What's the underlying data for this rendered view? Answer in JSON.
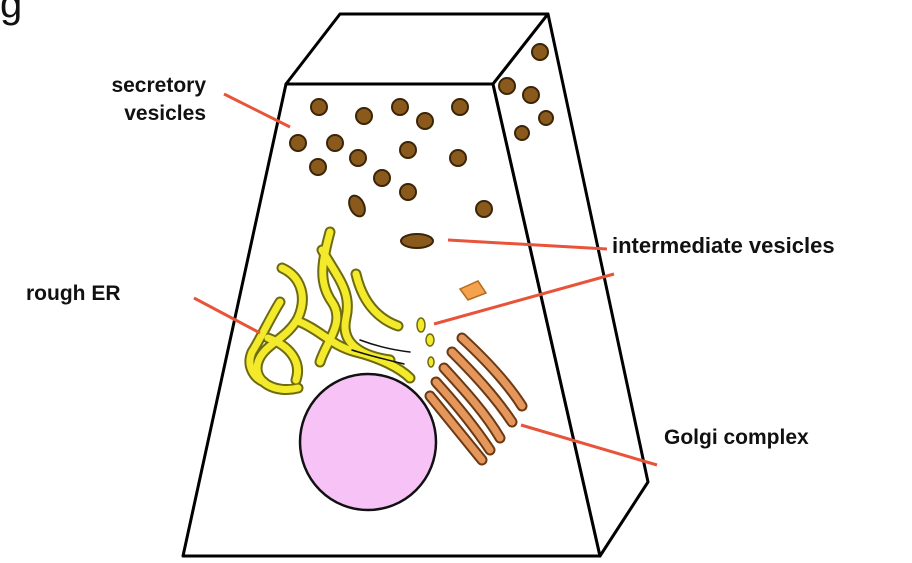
{
  "figure": {
    "corner_fragment": "g",
    "labels": {
      "secretory_line1": "secretory",
      "secretory_line2": "vesicles",
      "intermediate": "intermediate vesicles",
      "rough_er": "rough ER",
      "golgi": "Golgi complex"
    },
    "colors": {
      "outline": "#000000",
      "pointer_line": "#e8543a",
      "vesicle": "#8a5a1c",
      "vesicle_stroke": "#3b2408",
      "rough_er_fill": "#f2ea2a",
      "rough_er_stroke": "#6e6a10",
      "nucleus_fill": "#f7c2f5",
      "golgi_fill": "#e5965a",
      "golgi_stroke": "#6b3a14",
      "small_vesicle": "#f4a24c"
    }
  }
}
